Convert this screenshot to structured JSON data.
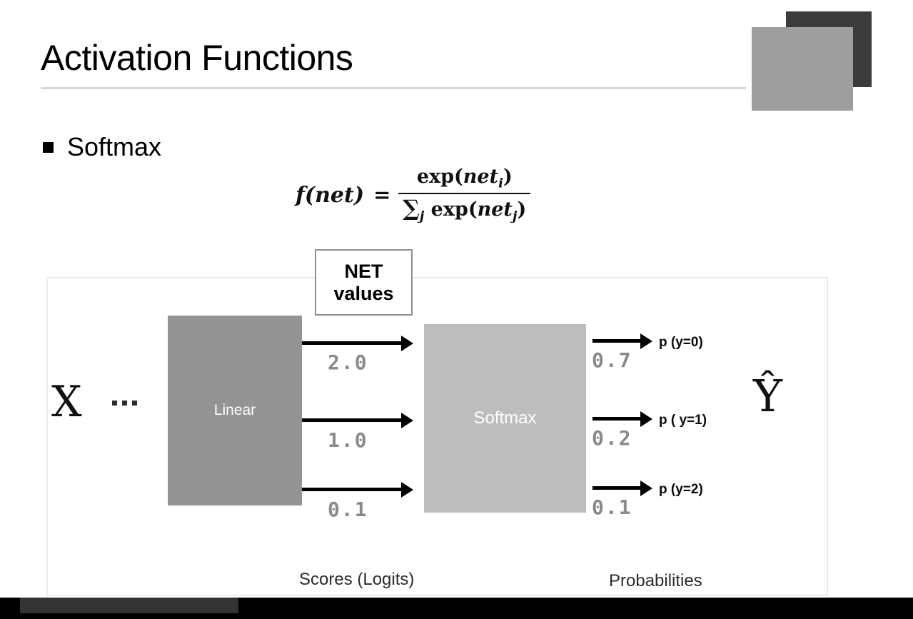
{
  "slide": {
    "title": "Activation Functions",
    "bullet": {
      "marker": "square-bullet",
      "label": "Softmax"
    },
    "formula": {
      "lhs": "f(net)",
      "equals": "=",
      "numerator_fn": "exp(",
      "numerator_var": "net",
      "numerator_sub": "i",
      "numerator_close": ")",
      "denominator_sigma": "∑",
      "denominator_sigma_sub": "j",
      "denominator_fn": "exp(",
      "denominator_var": "net",
      "denominator_sub": "j",
      "denominator_close": ")",
      "plain_text": "f(net) = exp(net_i) / ∑_j exp(net_j)"
    }
  },
  "diagram": {
    "input_symbol": "X",
    "ellipsis": "...",
    "output_symbol": "Ŷ",
    "blocks": [
      {
        "name": "linear",
        "label": "Linear",
        "color": "#949494"
      },
      {
        "name": "softmax",
        "label": "Softmax",
        "color": "#bdbdbd"
      }
    ],
    "callout": {
      "line1": "NET",
      "line2": "values"
    },
    "logits": [
      "2.0",
      "1.0",
      "0.1"
    ],
    "probabilities": [
      "0.7",
      "0.2",
      "0.1"
    ],
    "prob_labels": [
      "p (y=0)",
      "p ( y=1)",
      "p (y=2)"
    ],
    "caption_left": "Scores (Logits)",
    "caption_right": "Probabilities"
  },
  "bottom_bar": {
    "text": ""
  },
  "colors": {
    "deco_dark": "#3b3b3b",
    "deco_gray": "#9e9e9e",
    "linear_block": "#949494",
    "softmax_block": "#bdbdbd",
    "value_text": "#8a8a8a",
    "title_rule": "#d6d6d6"
  }
}
